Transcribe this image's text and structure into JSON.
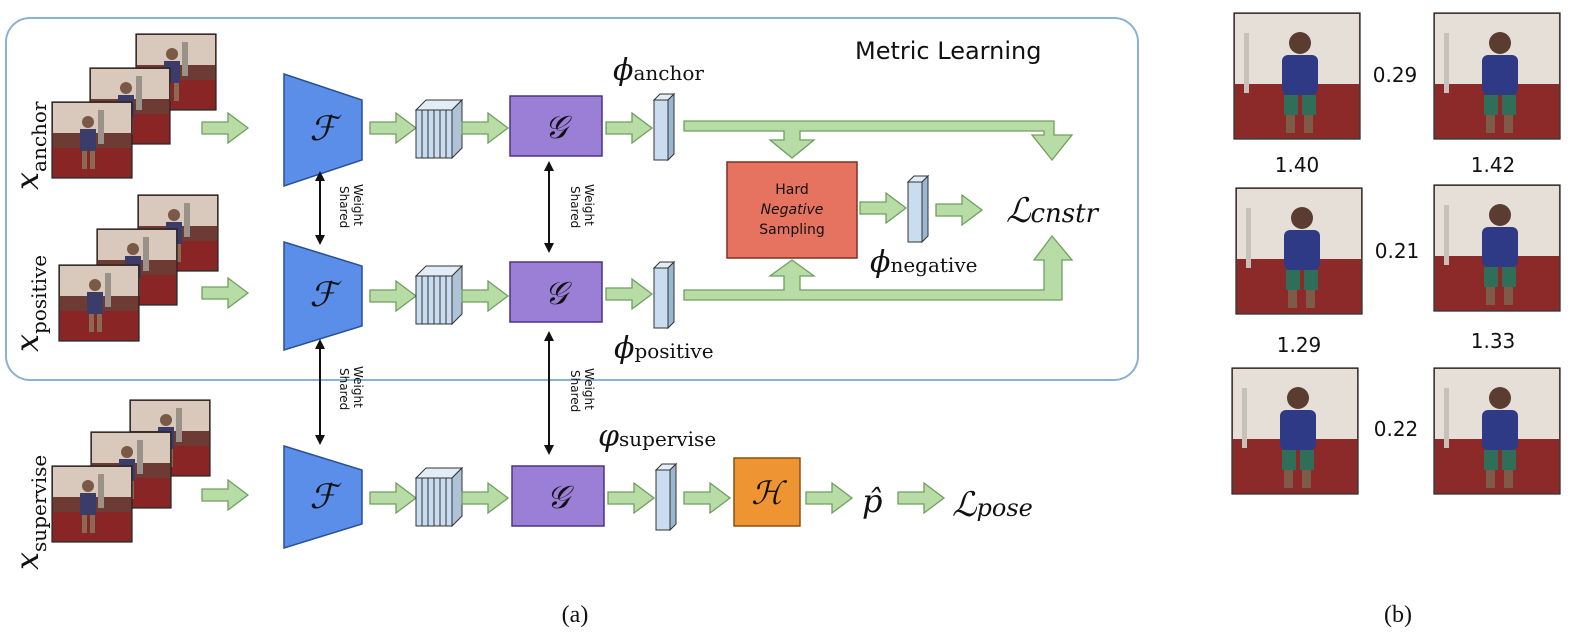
{
  "panel_a": {
    "metric_learning_title": "Metric Learning",
    "inputs": {
      "anchor": {
        "symbol": "x",
        "subscript": "anchor"
      },
      "positive": {
        "symbol": "x",
        "subscript": "positive"
      },
      "supervise": {
        "symbol": "x",
        "subscript": "supervise"
      }
    },
    "encoder_label": "ℱ",
    "projector_label": "𝒢",
    "head_label": "ℋ",
    "shared_weight": [
      "Shared",
      "Weight"
    ],
    "hard_negative": {
      "line1": "Hard",
      "line2": "Negative",
      "line3": "Sampling"
    },
    "embeddings": {
      "anchor": {
        "symbol": "ϕ",
        "subscript": "anchor"
      },
      "positive": {
        "symbol": "ϕ",
        "subscript": "positive"
      },
      "negative": {
        "symbol": "ϕ",
        "subscript": "negative"
      },
      "supervise": {
        "symbol": "φ",
        "subscript": "supervise"
      }
    },
    "pose_prediction": "p̂",
    "loss_contrastive": {
      "symbol": "ℒ",
      "subscript": "cnstr"
    },
    "loss_pose": {
      "symbol": "ℒ",
      "subscript": "pose"
    },
    "caption": "(a)"
  },
  "panel_b": {
    "pairs": [
      {
        "within": "0.29"
      },
      {
        "within": "0.21"
      },
      {
        "within": "0.22"
      }
    ],
    "between": [
      {
        "left": "1.40",
        "right": "1.42"
      },
      {
        "left": "1.29",
        "right": "1.33"
      }
    ],
    "caption": "(b)"
  },
  "colors": {
    "encoder": "#5b8ee8",
    "projector": "#9b7fd6",
    "head": "#ee9433",
    "hard_negative": "#e5735f",
    "arrow": "#b8dca6",
    "embedding": "#c9dcf0",
    "frame": "#8ab2d6"
  }
}
